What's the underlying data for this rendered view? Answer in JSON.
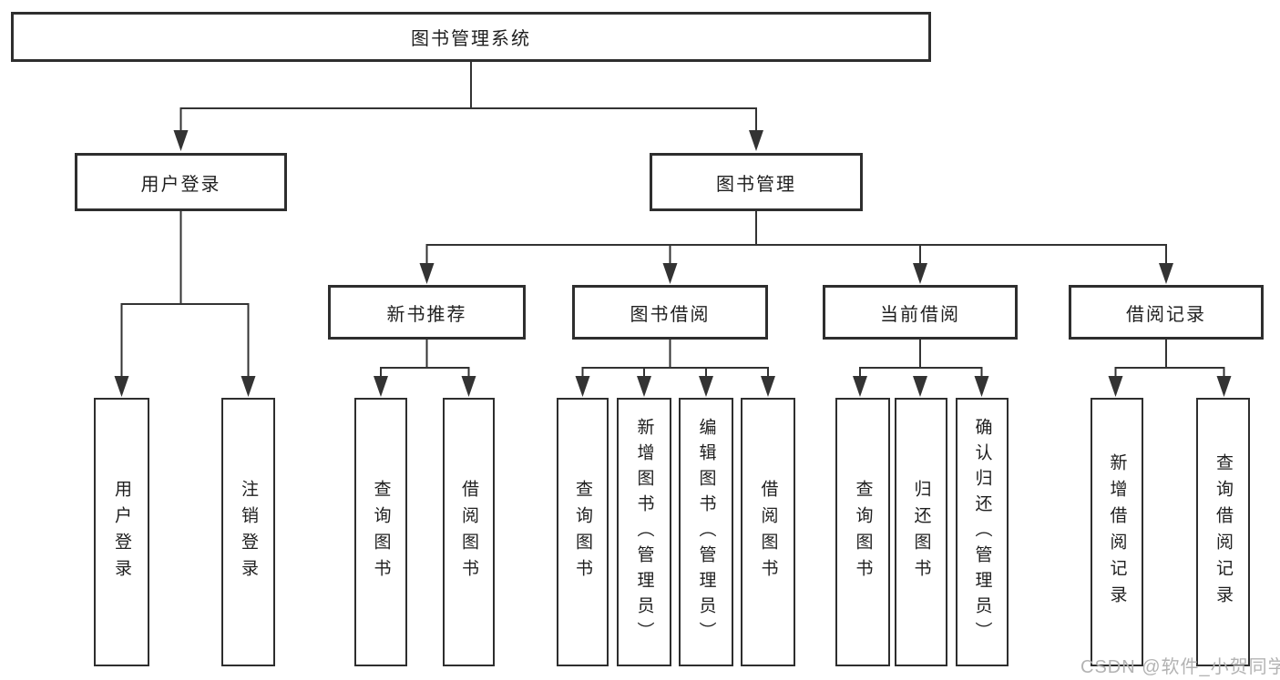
{
  "diagram": {
    "root": {
      "label": "图书管理系统"
    },
    "level2": [
      {
        "label": "用户登录"
      },
      {
        "label": "图书管理"
      }
    ],
    "level3": [
      {
        "label": "新书推荐"
      },
      {
        "label": "图书借阅"
      },
      {
        "label": "当前借阅"
      },
      {
        "label": "借阅记录"
      }
    ],
    "leaves": [
      {
        "label": "用户登录"
      },
      {
        "label": "注销登录"
      },
      {
        "label": "查询图书"
      },
      {
        "label": "借阅图书"
      },
      {
        "label": "查询图书"
      },
      {
        "label": "新增图书（管理员）"
      },
      {
        "label": "编辑图书（管理员）"
      },
      {
        "label": "借阅图书"
      },
      {
        "label": "查询图书"
      },
      {
        "label": "归还图书"
      },
      {
        "label": "确认归还（管理员）"
      },
      {
        "label": "新增借阅记录"
      },
      {
        "label": "查询借阅记录"
      }
    ],
    "watermark": "CSDN @软件_小贺同学",
    "colors": {
      "line": "#333333",
      "border": "#2e2e2e",
      "text": "#1f1f1f",
      "watermark_color": "#b3b3b3",
      "background": "#ffffff"
    }
  }
}
